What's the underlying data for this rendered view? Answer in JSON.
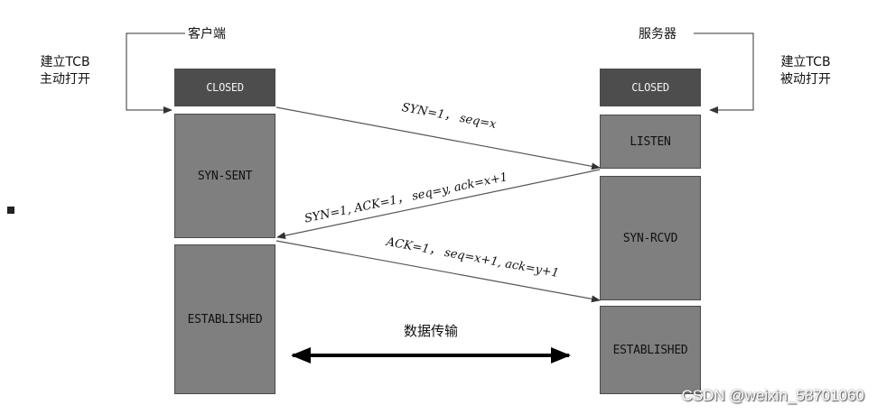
{
  "client": {
    "title": "客户端",
    "note_line1": "建立TCB",
    "note_line2": "主动打开",
    "states": [
      "CLOSED",
      "SYN-SENT",
      "ESTABLISHED"
    ]
  },
  "server": {
    "title": "服务器",
    "note_line1": "建立TCB",
    "note_line2": "被动打开",
    "states": [
      "CLOSED",
      "LISTEN",
      "SYN-RCVD",
      "ESTABLISHED"
    ]
  },
  "messages": {
    "syn": "SYN=1， seq=x",
    "synack": "SYN=1, ACK=1， seq=y, ack=x+1",
    "ack": "ACK=1， seq=x+1, ack=y+1"
  },
  "transfer_label": "数据传输",
  "watermark": "CSDN @weixin_58701060",
  "colors": {
    "closed": "#4d4d4d",
    "state": "#7f7f7f",
    "line": "#333333"
  }
}
